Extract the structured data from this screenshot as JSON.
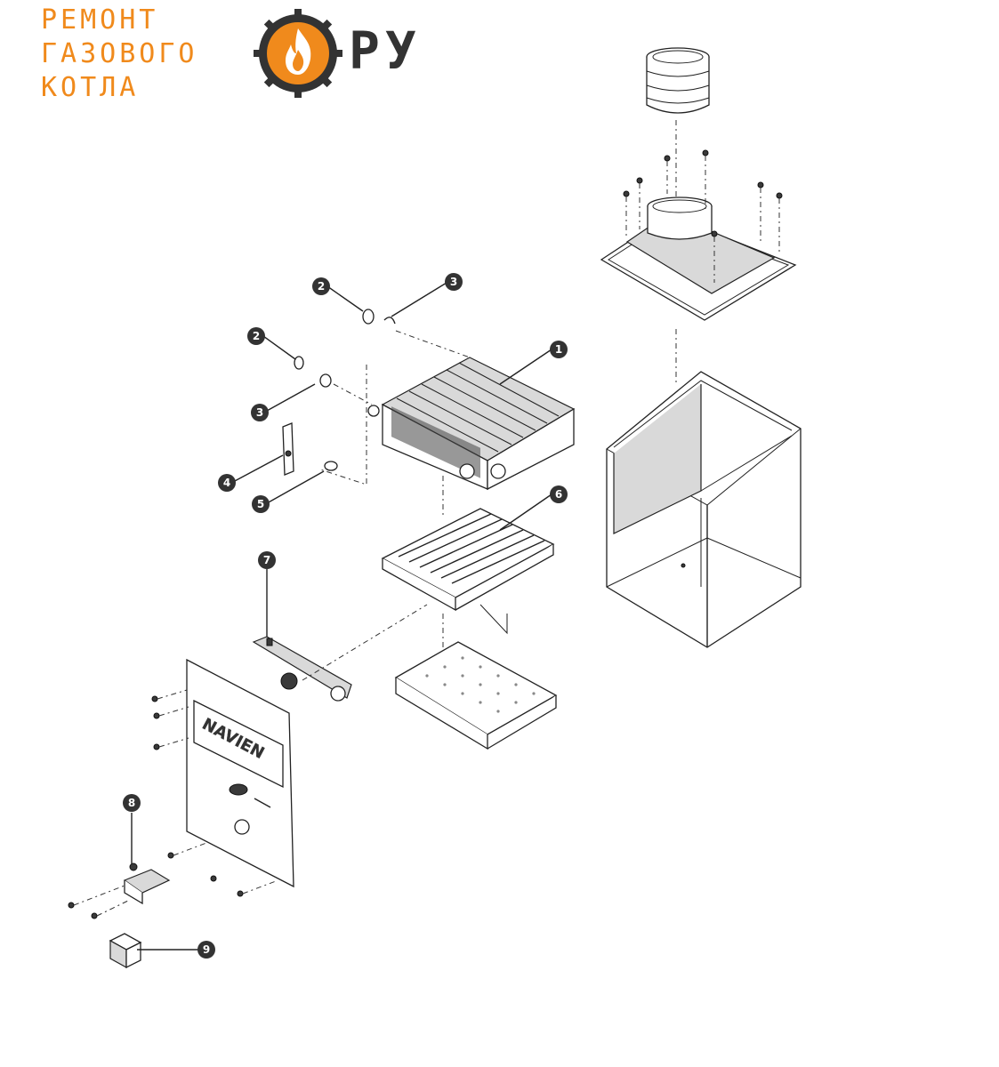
{
  "logo": {
    "line1": "РЕМОНТ",
    "line2": "ГАЗОВОГО",
    "line3": "КОТЛА",
    "suffix": "РУ",
    "icon": "flame-gear-icon",
    "accent_color": "#f08a1c",
    "dark_color": "#333333"
  },
  "front_panel_brand": "NAVIEN",
  "callouts": [
    {
      "id": "callout-1",
      "label": "1"
    },
    {
      "id": "callout-2a",
      "label": "2"
    },
    {
      "id": "callout-3a",
      "label": "3"
    },
    {
      "id": "callout-2b",
      "label": "2"
    },
    {
      "id": "callout-3b",
      "label": "3"
    },
    {
      "id": "callout-4",
      "label": "4"
    },
    {
      "id": "callout-5",
      "label": "5"
    },
    {
      "id": "callout-6",
      "label": "6"
    },
    {
      "id": "callout-7",
      "label": "7"
    },
    {
      "id": "callout-8",
      "label": "8"
    },
    {
      "id": "callout-9",
      "label": "9"
    }
  ]
}
